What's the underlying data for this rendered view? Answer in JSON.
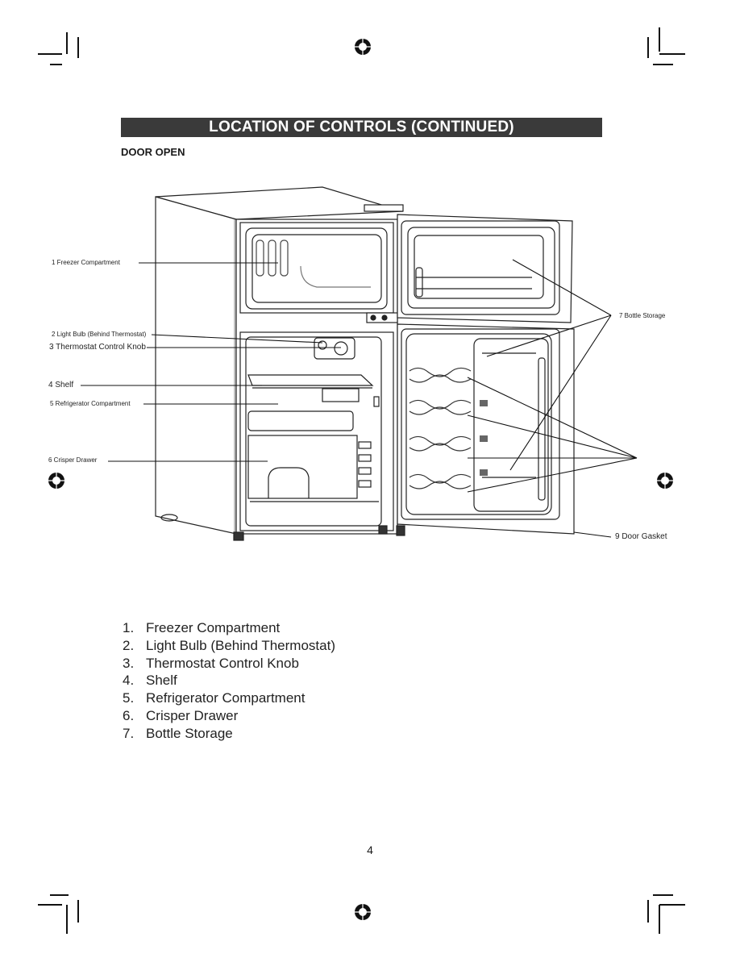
{
  "header": {
    "title": "LOCATION OF CONTROLS (CONTINUED)",
    "subtitle": "DOOR OPEN"
  },
  "diagram": {
    "callouts": {
      "c1": "1 Freezer Compartment",
      "c2": "2 Light Bulb (Behind Thermostat)",
      "c3": "3  Thermostat Control Knob",
      "c4": "4 Shelf",
      "c5": "5 Refrigerator Compartment",
      "c6": "6 Crisper Drawer",
      "c7": "7 Bottle Storage",
      "c9": "9 Door Gasket"
    }
  },
  "legend": {
    "items": [
      {
        "num": "1.",
        "label": "Freezer Compartment"
      },
      {
        "num": "2.",
        "label": "Light Bulb (Behind Thermostat)"
      },
      {
        "num": "3.",
        "label": "Thermostat Control Knob"
      },
      {
        "num": "4.",
        "label": "Shelf"
      },
      {
        "num": "5.",
        "label": "Refrigerator Compartment"
      },
      {
        "num": "6.",
        "label": "Crisper Drawer"
      },
      {
        "num": "7.",
        "label": "Bottle Storage"
      }
    ]
  },
  "footer": {
    "page_number": "4"
  },
  "colors": {
    "title_bar_bg": "#3a3a3a",
    "title_bar_text": "#ffffff",
    "line_art": "#222222"
  }
}
